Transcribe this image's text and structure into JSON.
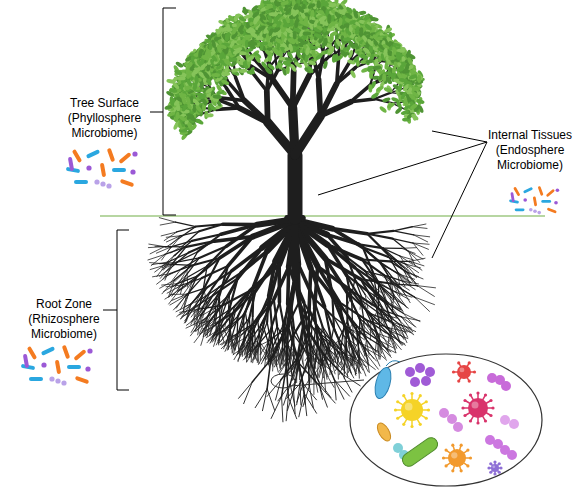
{
  "diagram": {
    "labels": [
      "Tree Surface (Phyllosphere Microbiome)",
      "Internal Tissues (Endosphere Microbiome)",
      "Root Zone (Rhizosphere Microbiome)"
    ]
  }
}
